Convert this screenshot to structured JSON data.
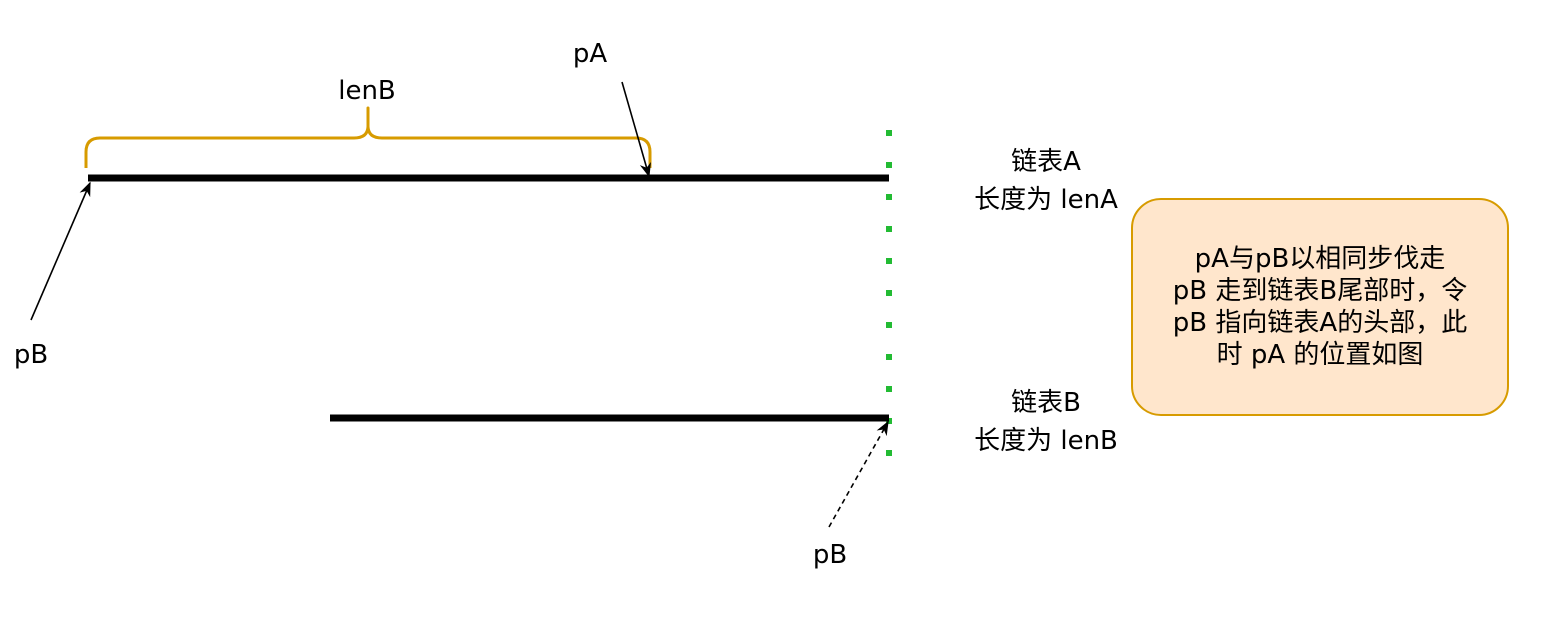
{
  "labels": {
    "pa_top": "pA",
    "lenb_brace": "lenB",
    "pb_left": "pB",
    "pb_bottom": "pB",
    "list_a_name": "链表A",
    "list_a_length": "长度为 lenA",
    "list_b_name": "链表B",
    "list_b_length": "长度为 lenB"
  },
  "note": {
    "lines": [
      "pA与pB以相同步伐走",
      "pB 走到链表B尾部时，令",
      "pB 指向链表A的头部，此",
      "时 pA 的位置如图"
    ]
  },
  "colors": {
    "list_line": "#000000",
    "brace": "#d79b00",
    "dotted_guide": "#22bb33",
    "note_fill": "#ffe6cc",
    "note_border": "#d79b00"
  }
}
